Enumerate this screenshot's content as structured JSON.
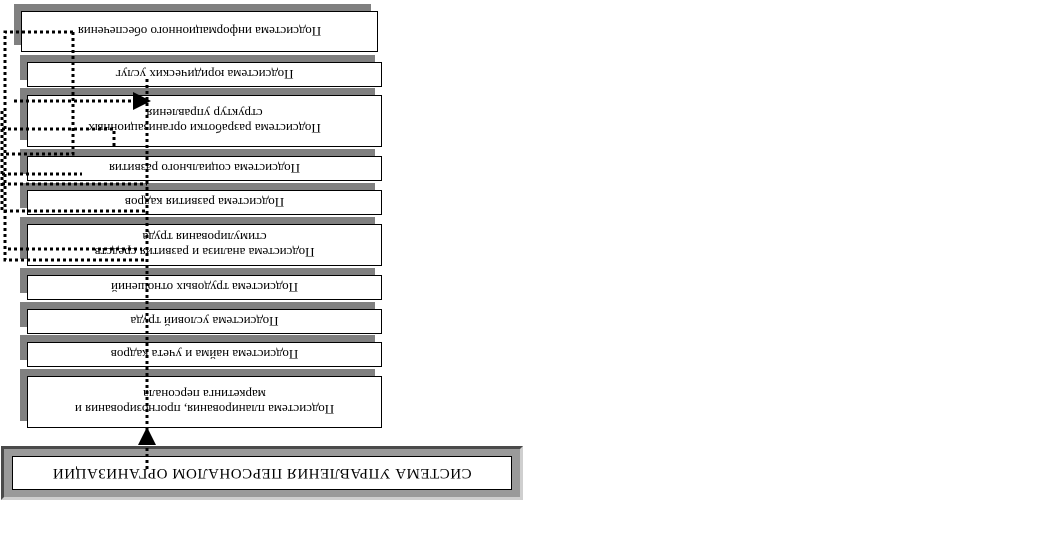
{
  "title": "СИСТЕМА УПРАВЛЕНИЯ ПЕРСОНАЛОМ ОРГАНИЗАЦИИ",
  "subsystems": [
    {
      "id": "planning",
      "lines": [
        "Подсистема планирования, прогнозирования и",
        "маркетинга персонала"
      ]
    },
    {
      "id": "hiring",
      "lines": [
        "Подсистема найма и учета кадров"
      ]
    },
    {
      "id": "conditions",
      "lines": [
        "Подсистема условий труда"
      ]
    },
    {
      "id": "relations",
      "lines": [
        "Подсистема трудовых отношений"
      ]
    },
    {
      "id": "analysis",
      "lines": [
        "Подсистема анализа и развития средств",
        "стимулирования труда"
      ]
    },
    {
      "id": "development",
      "lines": [
        "Подсистема развития кадров"
      ]
    },
    {
      "id": "social",
      "lines": [
        "Подсистема социального развития"
      ]
    },
    {
      "id": "org-structures",
      "lines": [
        "Подсистема разработки организационных",
        "структур управления"
      ]
    },
    {
      "id": "legal",
      "lines": [
        "Подсистема юридических услуг"
      ]
    },
    {
      "id": "info",
      "lines": [
        "Подсистема информационного обеспечения"
      ]
    }
  ]
}
